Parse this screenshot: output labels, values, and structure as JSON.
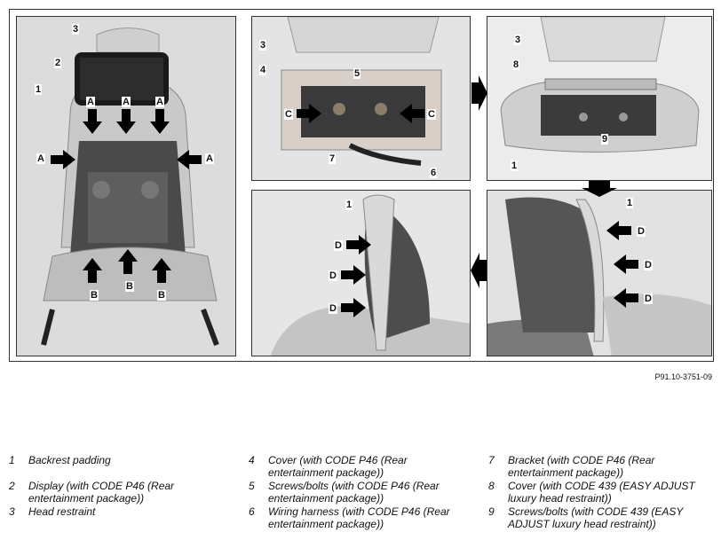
{
  "reference_code": "P91.10-3751-09",
  "panel_labels": {
    "p1": {
      "n1": "1",
      "n2": "2",
      "n3": "3",
      "a": "A",
      "b": "B"
    },
    "p2": {
      "n3": "3",
      "n4": "4",
      "n5": "5",
      "c": "C",
      "n7": "7",
      "n6": "6"
    },
    "p3": {
      "n3": "3",
      "n8": "8",
      "n9": "9",
      "n1": "1"
    },
    "p4": {
      "n1": "1",
      "d": "D"
    },
    "p5": {
      "n1": "1",
      "d": "D"
    }
  },
  "legend": [
    {
      "num": "1",
      "text": "Backrest padding"
    },
    {
      "num": "2",
      "text": "Display (with CODE P46 (Rear entertainment package))"
    },
    {
      "num": "3",
      "text": "Head restraint"
    },
    {
      "num": "4",
      "text": "Cover (with CODE P46 (Rear entertainment package))"
    },
    {
      "num": "5",
      "text": "Screws/bolts (with CODE P46 (Rear entertainment package))"
    },
    {
      "num": "6",
      "text": "Wiring harness (with CODE P46 (Rear entertainment package))"
    },
    {
      "num": "7",
      "text": "Bracket (with CODE P46 (Rear entertainment package))"
    },
    {
      "num": "8",
      "text": "Cover (with CODE 439 (EASY ADJUST luxury head restraint))"
    },
    {
      "num": "9",
      "text": "Screws/bolts (with CODE 439 (EASY ADJUST luxury head restraint))"
    }
  ]
}
